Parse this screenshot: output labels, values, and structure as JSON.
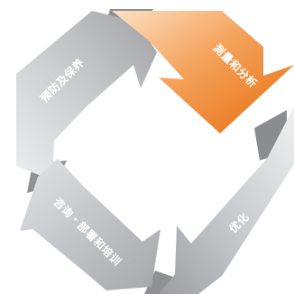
{
  "cycle": {
    "steps": [
      {
        "label": "測量和分析",
        "color": "#ec7b1a"
      },
      {
        "label": "优化",
        "color": "#a9abae"
      },
      {
        "label": "咨询・部署和培训",
        "color": "#b8babd"
      },
      {
        "label": "预防及保养",
        "color": "#b3b5b8"
      }
    ]
  }
}
